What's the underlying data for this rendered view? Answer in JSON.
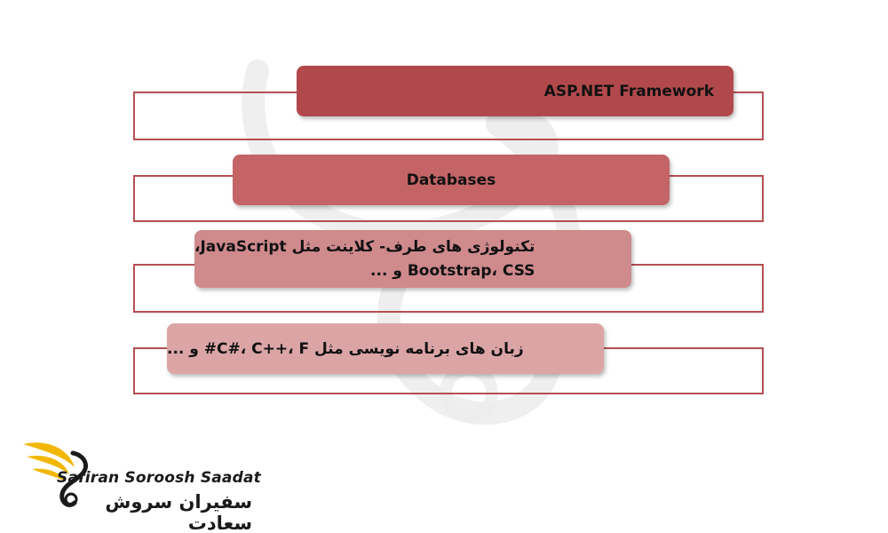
{
  "diagram": {
    "items": [
      {
        "label": "ASP.NET Framework",
        "fill": "#b1494c"
      },
      {
        "label": "Databases",
        "fill": "#c46467"
      },
      {
        "line1": "تکنولوژی های طرف- کلاینت مثل JavaScript،",
        "line2": "Bootstrap، CSS و ...",
        "fill": "#cf8a8c"
      },
      {
        "label": "زبان های برنامه نویسی مثل C#، C++، F# و ...",
        "fill": "#dba5a6"
      }
    ],
    "frame_color": "#b54f52"
  },
  "brand": {
    "name_en": "Safiran Soroosh Saadat",
    "name_fa": "سفیران سروش سعادت",
    "accent": "#f2b705"
  }
}
